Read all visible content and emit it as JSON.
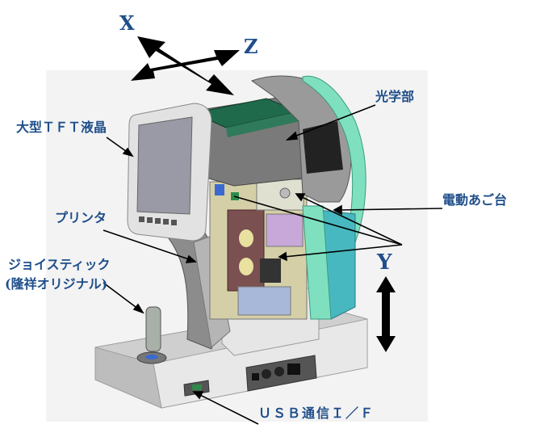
{
  "diagram": {
    "axes": {
      "x_label": "X",
      "z_label": "Z",
      "y_label": "Y"
    },
    "callouts": [
      {
        "id": "lcd",
        "text": "大型ＴＦＴ液晶"
      },
      {
        "id": "optics",
        "text": "光学部"
      },
      {
        "id": "chin-rest",
        "text": "電動あご台"
      },
      {
        "id": "printer",
        "text": "プリンタ"
      },
      {
        "id": "joystick-line1",
        "text": "ジョイスティック"
      },
      {
        "id": "joystick-line2",
        "text": "(隆祥オリジナル)"
      },
      {
        "id": "usb",
        "text": "ＵＳＢ通信Ｉ／Ｆ"
      }
    ],
    "colors": {
      "label_text": "#1f4e8a",
      "arrow": "#000000",
      "background_panel": "#f3f3f3",
      "chin_rest_frame": "#7fe0c0",
      "pcb": "#1f6a4a"
    }
  }
}
